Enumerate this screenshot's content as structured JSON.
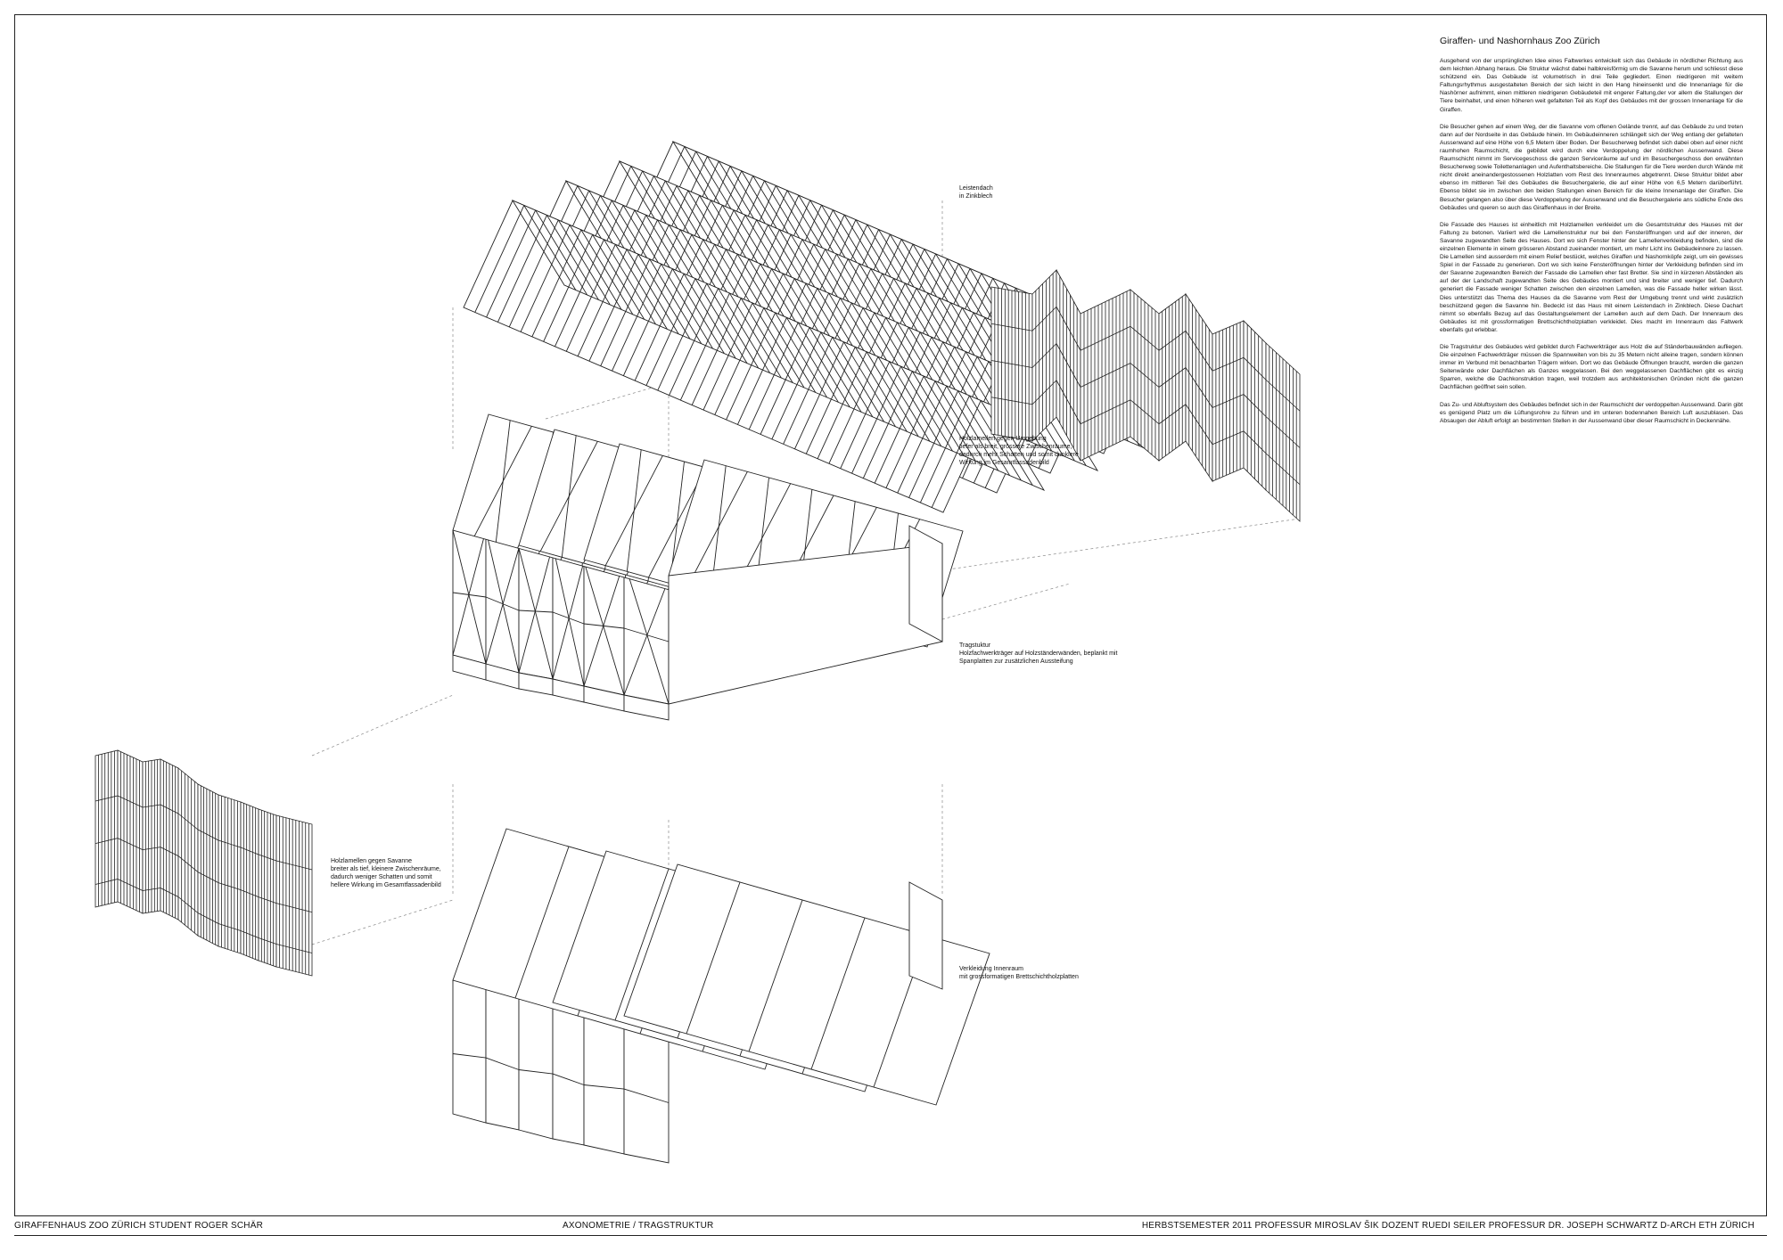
{
  "labels": {
    "roof": {
      "title": "Leistendach",
      "text": "in Zinkblech"
    },
    "facade_north": {
      "title": "Holzlamellen gegen Umgebung",
      "text": "tiefer als breit, grössere Zwischenräume, dadurch mehr Schatten und somit dunklere Wirkung im Gesamtfassadenbild"
    },
    "structure": {
      "title": "Tragstuktur",
      "text": "Holzfachwerkträger auf Holzständerwänden, beplankt mit Spanplatten zur zusätzlichen Aussteifung"
    },
    "facade_south": {
      "title": "Holzlamellen gegen Savanne",
      "text": "breiter als tief, kleinere Zwischenräume, dadurch weniger Schatten und somit hellere Wirkung im Gesamtfassadenbild"
    },
    "interior": {
      "title": "Verkleidung Innenraum",
      "text": "mit grossformatigen Brettschichtholzplatten"
    }
  },
  "text_column": {
    "title": "Giraffen- und Nashornhaus Zoo Zürich",
    "paragraphs": [
      "Ausgehend von der ursprünglichen Idee eines Faltwerkes entwickelt sich das Gebäude in nördlicher Richtung aus dem leichten Abhang heraus. Die Struktur wächst dabei halbkreisförmig um die Savanne herum und schliesst diese schützend ein. Das Gebäude ist volumetrisch in drei Teile gegliedert. Einen niedrigeren mit weitem Faltungsrhythmus ausgestalteten Bereich der sich leicht in den Hang hineinsenkt und die Innenanlage für die Nashörner aufnimmt, einen mittleren niedrigeren Gebäudeteil mit engerer Faltung,der vor allem die Stallungen der Tiere beinhaltet, und einen höheren weit gefalteten Teil als Kopf des Gebäudes mit der grossen Innenanlage für die Giraffen.",
      "Die Besucher gehen auf einem Weg, der die Savanne vom offenen Gelände trennt, auf das Gebäude zu und treten dann auf der Nordseite in das Gebäude hinein. Im Gebäudeinneren schlängelt sich der Weg entlang der gefalteten Aussenwand auf eine Höhe von 6,5 Metern über Boden. Der Besucherweg befindet sich dabei oben auf einer nicht raumhohen Raumschicht, die gebildet wird durch eine Verdoppelung der nördlichen Aussenwand. Diese Raumschicht nimmt im Servicegeschoss die ganzen Serviceräume auf und im Besuchergeschoss den erwähnten Besucherweg sowie Toilettenanlagen und Aufenthaltsbereiche. Die Stallungen für die Tiere werden durch Wände mit nicht direkt aneinandergestossenen Holzlatten vom Rest des Innenraumes abgetrennt. Diese Struktur bildet aber ebenso im mittleren Teil des Gebäudes die Besuchergalerie, die auf einer Höhe von 6,5 Metern darüberführt. Ebenso bildet sie im zwischen den beiden Stallungen einen Bereich für die kleine Innenanlage der Giraffen. Die Besucher gelangen also über diese Verdoppelung der Aussenwand und die Besuchergalerie ans südliche Ende des Gebäudes und queren so auch das Giraffenhaus in der Breite.",
      "Die Fassade des Hauses ist einheitlich mit Holzlamellen verkleidet um die Gesamtstruktur des Hauses mit der Faltung zu betonen. Variiert wird die Lamellenstruktur nur bei den Fensteröffnungen und auf der inneren, der Savanne zugewandten Seite des Hauses. Dort wo sich Fenster hinter der Lamellenverkleidung befinden, sind die einzelnen Elemente in einem grösseren Abstand zueinander montiert, um mehr Licht ins Gebäudeinnere zu lassen. Die Lamellen sind ausserdem mit einem Relief bestückt, welches Giraffen und Nashornköpfe zeigt, um ein gewisses Spiel in der Fassade zu generieren. Dort wo sich keine Fensteröffnungen hinter der Verkleidung befinden sind im der Savanne zugewandten Bereich der Fassade die Lamellen eher fast Bretter. Sie sind in kürzeren Abständen als auf der der Landschaft zugewandten Seite des Gebäudes montiert und sind breiter und weniger tief. Dadurch generiert die Fassade weniger Schatten zwischen den einzelnen Lamellen, was die Fassade heller wirken lässt. Dies unterstützt das Thema des Hauses da die Savanne vom Rest der Umgebung trennt und wirkt zusätzlich beschützend gegen die Savanne hin. Bedeckt ist das Haus mit einem Leistendach in Zinkblech. Diese Dachart nimmt so ebenfalls Bezug auf das Gestaltungselement der Lamellen auch auf dem Dach. Der Innenraum des Gebäudes ist mit grossformatigen Brettschichtholzplatten verkleidet. Dies macht im Innenraum das Faltwerk ebenfalls gut erlebbar.",
      "Die Tragstruktur des Gebäudes wird gebildet durch Fachwerkträger aus Holz die auf Ständerbauwänden aufliegen. Die einzelnen Fachwerkträger müssen die Spannweiten von bis zu 35 Metern nicht alleine tragen, sondern können immer im Verbund mit benachbarten Trägern wirken. Dort wo das Gebäude Öffnungen braucht, werden die ganzen Seitenwände oder Dachflächen als Ganzes weggelassen. Bei den weggelassenen Dachflächen gibt es einzig Sparren, welche die Dachkonstruktion tragen, weil trotzdem aus architektonischen Gründen nicht die ganzen Dachflächen geöffnet sein sollen.",
      "Das Zu- und Abluftsystem des Gebäudes befindet sich in der Raumschicht der verdoppelten Aussenwand. Darin gibt es genügend Platz um die Lüftungsrohre zu führen und im unteren bodennahen Bereich Luft auszublasen. Das Absaugen der Abluft erfolgt an bestimmten Stellen in der Aussenwand über dieser Raumschicht in Deckennähe."
    ]
  },
  "footer": {
    "left": "GIRAFFENHAUS ZOO ZÜRICH   STUDENT ROGER SCHÄR",
    "center": "AXONOMETRIE / TRAGSTRUKTUR",
    "right": "HERBSTSEMESTER 2011   PROFESSUR MIROSLAV ŠIK   DOZENT RUEDI SEILER   PROFESSUR DR. JOSEPH SCHWARTZ   D-ARCH   ETH ZÜRICH"
  },
  "colors": {
    "ink": "#111111",
    "line": "#222222",
    "hatch": "#444444",
    "dash": "#888888",
    "paper": "#ffffff"
  }
}
